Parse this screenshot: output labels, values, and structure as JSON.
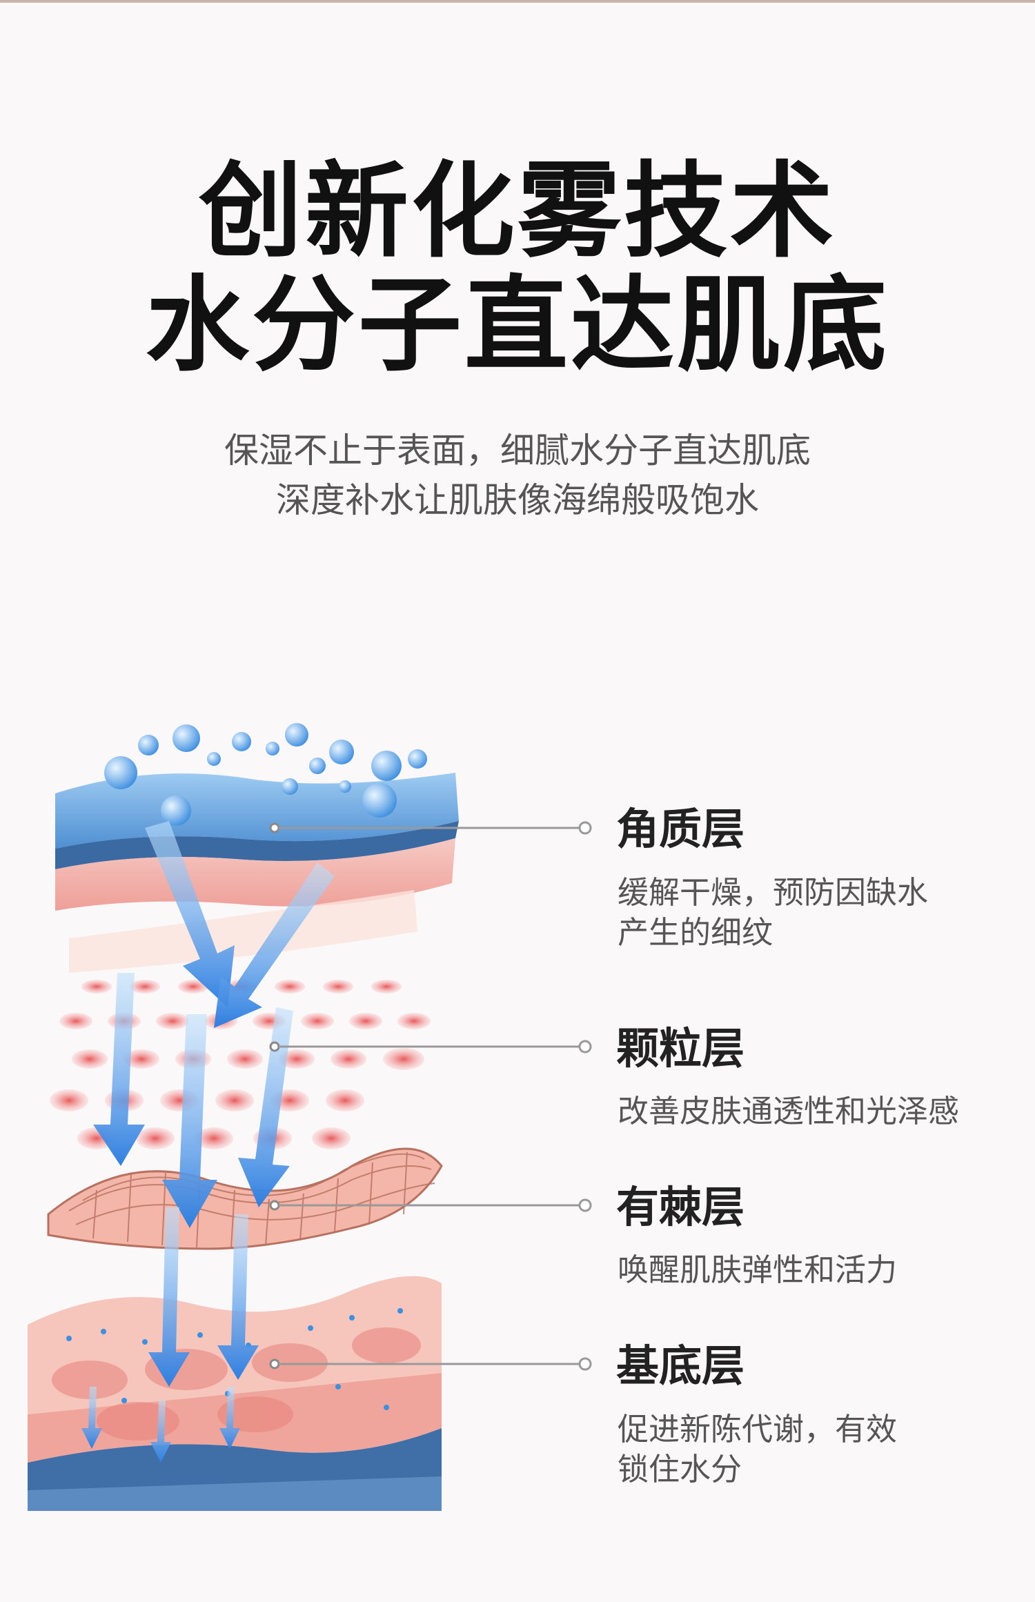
{
  "headline": {
    "line1": "创新化雾技术",
    "line2": "水分子直达肌底"
  },
  "subtitle": {
    "line1": "保湿不止于表面，细腻水分子直达肌底",
    "line2": "深度补水让肌肤像海绵般吸饱水"
  },
  "layers": [
    {
      "name": "角质层",
      "desc_line1": "缓解干燥，预防因缺水",
      "desc_line2": "产生的细纹"
    },
    {
      "name": "颗粒层",
      "desc_line1": "改善皮肤通透性和光泽感"
    },
    {
      "name": "有棘层",
      "desc_line1": "唤醒肌肤弹性和活力"
    },
    {
      "name": "基底层",
      "desc_line1": "促进新陈代谢，有效",
      "desc_line2": "锁住水分"
    }
  ],
  "colors": {
    "water_blue": "#3d8fe0",
    "skin_pink": "#f2a9a0",
    "deep_blue": "#3f6fa6"
  }
}
